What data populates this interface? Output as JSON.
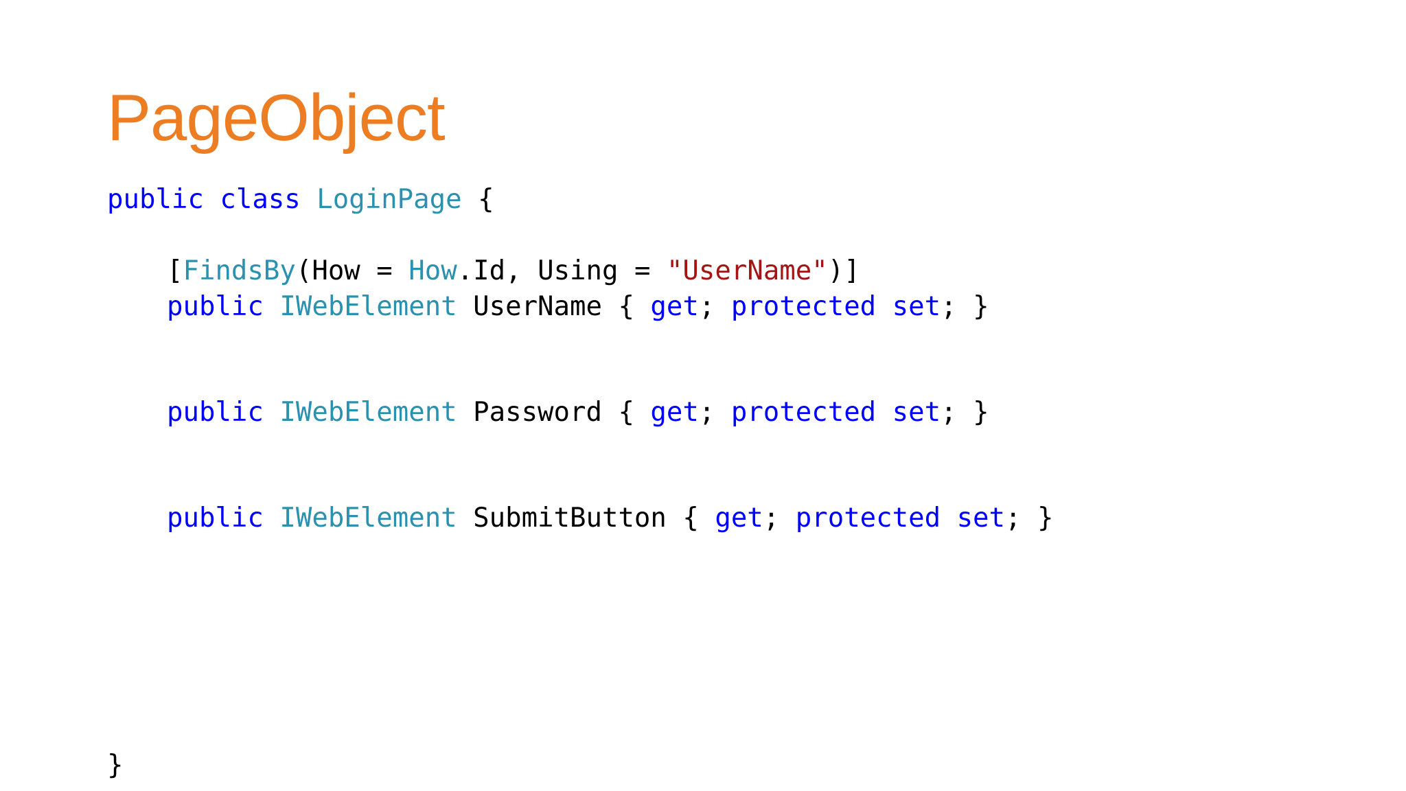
{
  "slide": {
    "title": "PageObject",
    "colors": {
      "title": "#ED7D22",
      "keyword": "#0000FF",
      "type": "#2B91AF",
      "string": "#A31515",
      "plain": "#000000"
    }
  },
  "code": {
    "lines": [
      {
        "id": "class-declaration",
        "tokens": [
          {
            "text": "public",
            "kind": "keyword"
          },
          {
            "text": " ",
            "kind": "plain"
          },
          {
            "text": "class",
            "kind": "keyword"
          },
          {
            "text": " ",
            "kind": "plain"
          },
          {
            "text": "LoginPage",
            "kind": "type"
          },
          {
            "text": " {",
            "kind": "plain"
          }
        ]
      },
      {
        "id": "findsby-attribute",
        "tokens": [
          {
            "text": "[",
            "kind": "plain"
          },
          {
            "text": "FindsBy",
            "kind": "type"
          },
          {
            "text": "(How = ",
            "kind": "plain"
          },
          {
            "text": "How",
            "kind": "type"
          },
          {
            "text": ".Id, Using = ",
            "kind": "plain"
          },
          {
            "text": "\"UserName\"",
            "kind": "string"
          },
          {
            "text": ")]",
            "kind": "plain"
          }
        ]
      },
      {
        "id": "username-property",
        "tokens": [
          {
            "text": "public",
            "kind": "keyword"
          },
          {
            "text": " ",
            "kind": "plain"
          },
          {
            "text": "IWebElement",
            "kind": "type"
          },
          {
            "text": " UserName { ",
            "kind": "plain"
          },
          {
            "text": "get",
            "kind": "keyword"
          },
          {
            "text": "; ",
            "kind": "plain"
          },
          {
            "text": "protected",
            "kind": "keyword"
          },
          {
            "text": " ",
            "kind": "plain"
          },
          {
            "text": "set",
            "kind": "keyword"
          },
          {
            "text": "; }",
            "kind": "plain"
          }
        ]
      },
      {
        "id": "password-property",
        "tokens": [
          {
            "text": "public",
            "kind": "keyword"
          },
          {
            "text": " ",
            "kind": "plain"
          },
          {
            "text": "IWebElement",
            "kind": "type"
          },
          {
            "text": " Password { ",
            "kind": "plain"
          },
          {
            "text": "get",
            "kind": "keyword"
          },
          {
            "text": "; ",
            "kind": "plain"
          },
          {
            "text": "protected",
            "kind": "keyword"
          },
          {
            "text": " ",
            "kind": "plain"
          },
          {
            "text": "set",
            "kind": "keyword"
          },
          {
            "text": "; }",
            "kind": "plain"
          }
        ]
      },
      {
        "id": "submitbutton-property",
        "tokens": [
          {
            "text": "public",
            "kind": "keyword"
          },
          {
            "text": " ",
            "kind": "plain"
          },
          {
            "text": "IWebElement",
            "kind": "type"
          },
          {
            "text": " SubmitButton { ",
            "kind": "plain"
          },
          {
            "text": "get",
            "kind": "keyword"
          },
          {
            "text": "; ",
            "kind": "plain"
          },
          {
            "text": "protected",
            "kind": "keyword"
          },
          {
            "text": " ",
            "kind": "plain"
          },
          {
            "text": "set",
            "kind": "keyword"
          },
          {
            "text": "; }",
            "kind": "plain"
          }
        ]
      },
      {
        "id": "class-closing-brace",
        "tokens": [
          {
            "text": "}",
            "kind": "plain"
          }
        ]
      }
    ]
  }
}
